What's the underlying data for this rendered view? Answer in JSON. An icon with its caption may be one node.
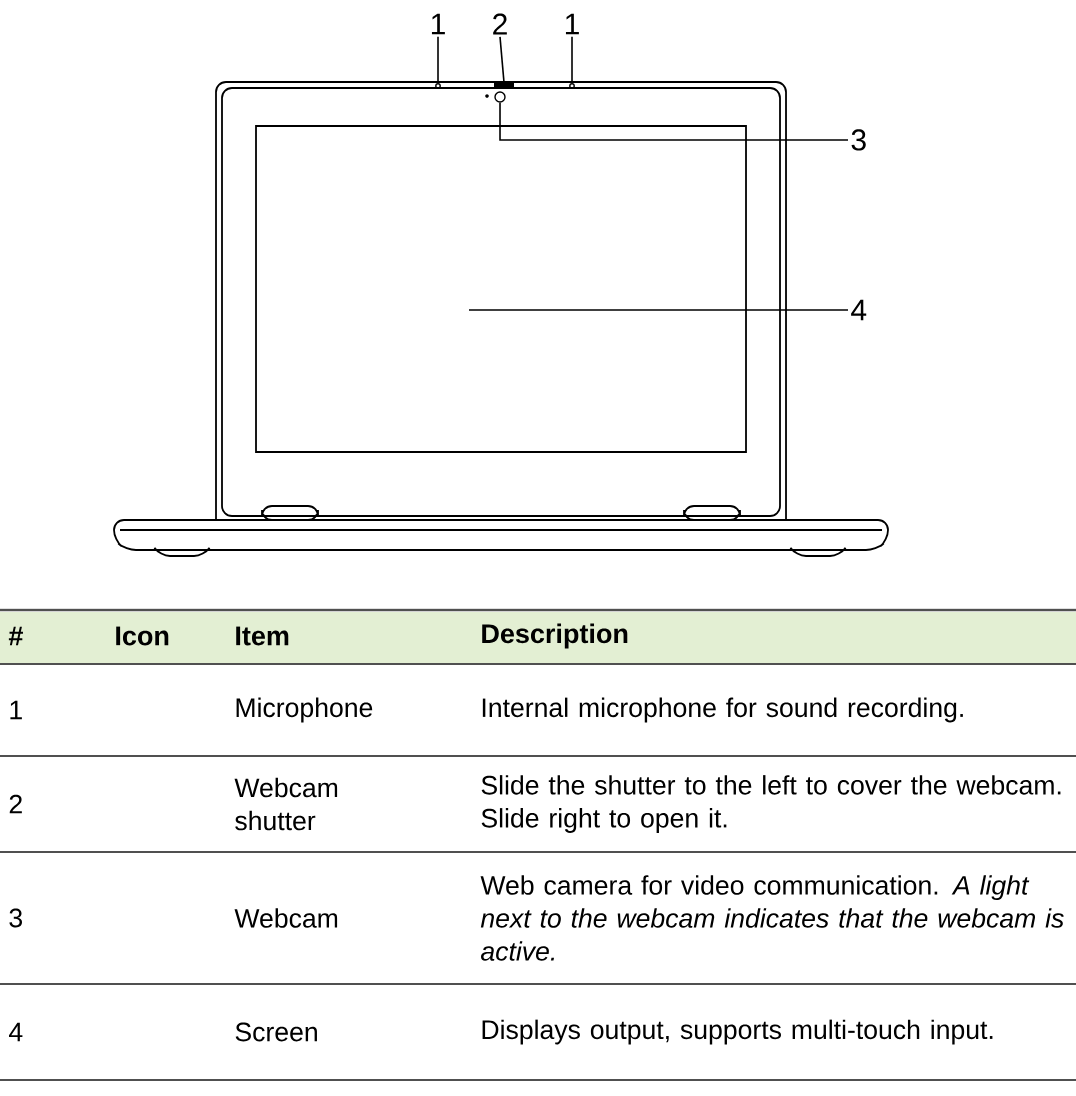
{
  "diagram": {
    "nodes": [
      {
        "text": [
          "1"
        ]
      },
      {
        "text": [
          "2"
        ]
      },
      {
        "text": [
          "1"
        ]
      },
      {
        "text": [],
        "shape": "circle"
      },
      {
        "text": [],
        "shape": "bar"
      },
      {
        "text": [],
        "shape": "circle"
      },
      {
        "text": [],
        "shape": "circle"
      },
      {
        "text": [
          "3"
        ]
      },
      {
        "text": [],
        "shape": "box"
      },
      {
        "text": [
          "4"
        ]
      }
    ],
    "edges": [
      {
        "from": 0,
        "to": 3,
        "arrow": "none"
      },
      {
        "from": 1,
        "to": 4,
        "arrow": "none"
      },
      {
        "from": 2,
        "to": 5,
        "arrow": "none"
      },
      {
        "from": 7,
        "to": 6,
        "arrow": "none"
      },
      {
        "from": 9,
        "to": 8,
        "arrow": "none"
      }
    ],
    "labels": [
      "#",
      "Icon",
      "Item",
      "Description",
      "1",
      "Microphone",
      "Internal microphone for sound recording.",
      "2",
      "Webcam shutter",
      "Slide the shutter to the left to cover the webcam. Slide right to open it.",
      "3",
      "Webcam",
      "Web camera for video communication. *A light next to the webcam indicates that the webcam is active.*",
      "4",
      "Screen",
      "Displays output, supports multi-touch input."
    ]
  }
}
